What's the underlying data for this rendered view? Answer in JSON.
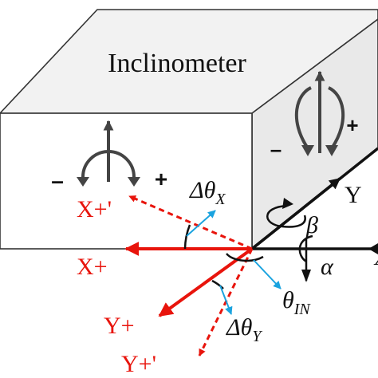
{
  "title": "Inclinometer",
  "signs": {
    "front_minus": "–",
    "front_plus": "+",
    "side_minus": "–",
    "side_plus": "+"
  },
  "axes": {
    "x_plus": "X+",
    "x_plus_prime": "X+'",
    "y_plus": "Y+",
    "y_plus_prime": "Y+'",
    "y": "Y",
    "x_edge": "X"
  },
  "angles": {
    "delta_theta_x": {
      "main": "Δθ",
      "sub": "X"
    },
    "delta_theta_y": {
      "main": "Δθ",
      "sub": "Y"
    },
    "theta_in": {
      "main": "θ",
      "sub": "IN"
    },
    "beta": "β",
    "alpha": "α"
  },
  "colors": {
    "red": "#e8140c",
    "blue": "#1aa3df",
    "dark": "#3a3a3a",
    "box_top": "#f2f2f2",
    "box_side": "#e9e9e9",
    "box_front": "#ffffff"
  }
}
